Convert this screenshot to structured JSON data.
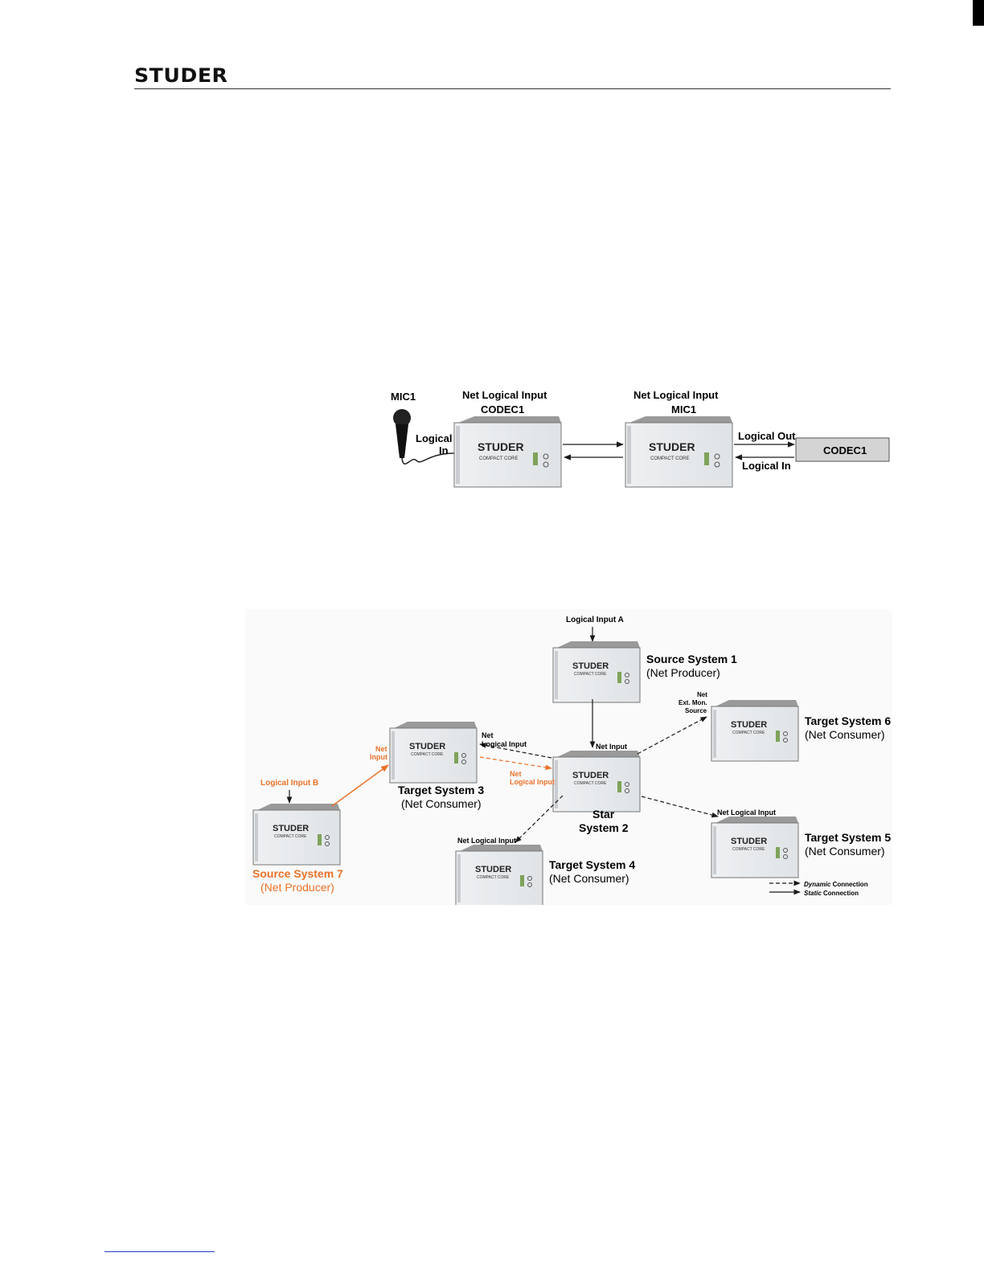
{
  "header": {
    "brand": "STUDER"
  },
  "figure1": {
    "mic_label": "MIC1",
    "logical_in_1": "Logical",
    "logical_in_2": "In",
    "unit_a_title_1": "Net Logical Input",
    "unit_a_title_2": "CODEC1",
    "unit_b_title_1": "Net Logical Input",
    "unit_b_title_2": "MIC1",
    "logical_out": "Logical Out",
    "logical_in_right": "Logical In",
    "codec_box": "CODEC1",
    "unit_brand": "STUDER",
    "unit_sub": "COMPACT CORE"
  },
  "figure2": {
    "logical_input_a": "Logical Input A",
    "source1_title": "Source System 1",
    "source1_role": "(Net Producer)",
    "net_ext_mon_1": "Net",
    "net_ext_mon_2": "Ext. Mon.",
    "net_ext_mon_3": "Source",
    "target6_title": "Target System 6",
    "target6_role": "(Net Consumer)",
    "net_input_center": "Net Input",
    "net_logical_input_t3_1": "Net",
    "net_logical_input_t3_2": "Logical Input",
    "net_input_orange_1": "Net",
    "net_input_orange_2": "Input",
    "net_logical_input_orange_1": "Net",
    "net_logical_input_orange_2": "Logical Input",
    "target3_title": "Target System 3",
    "target3_role": "(Net Consumer)",
    "star_title_1": "Star",
    "star_title_2": "System 2",
    "logical_input_b": "Logical Input B",
    "source7_title": "Source System 7",
    "source7_role": "(Net Producer)",
    "net_logical_input_t4": "Net Logical Input",
    "target4_title": "Target System 4",
    "target4_role": "(Net Consumer)",
    "net_logical_input_t5": "Net Logical Input",
    "target5_title": "Target System 5",
    "target5_role": "(Net Consumer)",
    "legend_dynamic_em": "Dynamic",
    "legend_dynamic_rest": " Connection",
    "legend_static_em": "Static",
    "legend_static_rest": " Connection",
    "unit_brand": "STUDER",
    "unit_sub": "COMPACT CORE"
  },
  "colors": {
    "orange": "#e8722a",
    "dark": "#1a1a1a",
    "codec_fill": "#d4d4d4"
  }
}
